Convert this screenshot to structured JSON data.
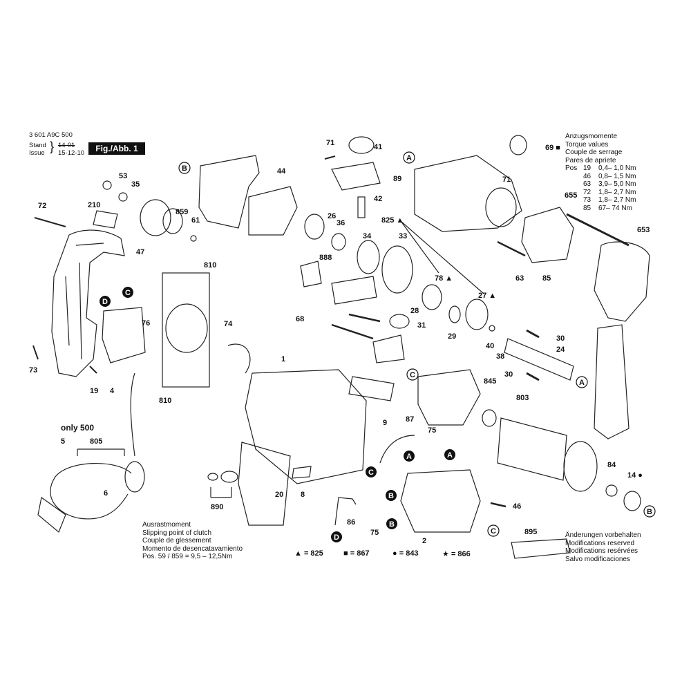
{
  "header": {
    "doc_number": "3 601 A9C 500",
    "stand_label": "Stand",
    "issue_label": "Issue",
    "stand_date": "14-01",
    "issue_date": "15-12-10",
    "fig_label": "Fig./Abb. 1"
  },
  "torque": {
    "lines": [
      "Anzugsmomente",
      "Torque values",
      "Couple de serrage",
      "Pares de apriete"
    ],
    "pos_label": "Pos",
    "rows": [
      {
        "pos": "19",
        "range": "0,4– 1,0 Nm"
      },
      {
        "pos": "46",
        "range": "0,8– 1,5 Nm"
      },
      {
        "pos": "63",
        "range": "3,9– 5,0 Nm"
      },
      {
        "pos": "72",
        "range": "1,8– 2,7 Nm"
      },
      {
        "pos": "73",
        "range": "1,8– 2,7 Nm"
      },
      {
        "pos": "85",
        "range": "67– 74 Nm"
      }
    ]
  },
  "clutch": {
    "lines": [
      "Ausrastmoment",
      "Slipping point of clutch",
      "Couple de glessement",
      "Momento de desencatavamiento"
    ],
    "pos_line": "Pos.  59 / 859  =  9,5 – 12,5Nm"
  },
  "modifications": {
    "lines": [
      "Änderungen vorbehalten",
      "Modifications reserved",
      "Modifications resérvées",
      "Salvo modificaciones"
    ]
  },
  "legend": [
    {
      "symbol": "▲",
      "value": "= 825"
    },
    {
      "symbol": "■",
      "value": "= 867"
    },
    {
      "symbol": "●",
      "value": "= 843"
    },
    {
      "symbol": "★",
      "value": "= 866"
    }
  ],
  "labels": {
    "only500": "only 500"
  },
  "callouts": [
    "71",
    "41",
    "69 ■",
    "89",
    "42",
    "71",
    "825 ▲",
    "655",
    "653",
    "63",
    "85",
    "53",
    "35",
    "210",
    "859",
    "61",
    "26",
    "36",
    "34",
    "33",
    "888",
    "47",
    "72",
    "44",
    "810",
    "76",
    "74",
    "78 ▲",
    "27 ▲",
    "68",
    "28",
    "31",
    "29",
    "40",
    "38",
    "30",
    "24",
    "30",
    "73",
    "19",
    "4",
    "1",
    "9",
    "87",
    "75",
    "845",
    "803",
    "84",
    "14 ●",
    "5",
    "805",
    "6",
    "810",
    "890",
    "20",
    "8",
    "86",
    "75",
    "2",
    "46",
    "895"
  ],
  "circles": [
    "A",
    "B",
    "C",
    "D"
  ]
}
